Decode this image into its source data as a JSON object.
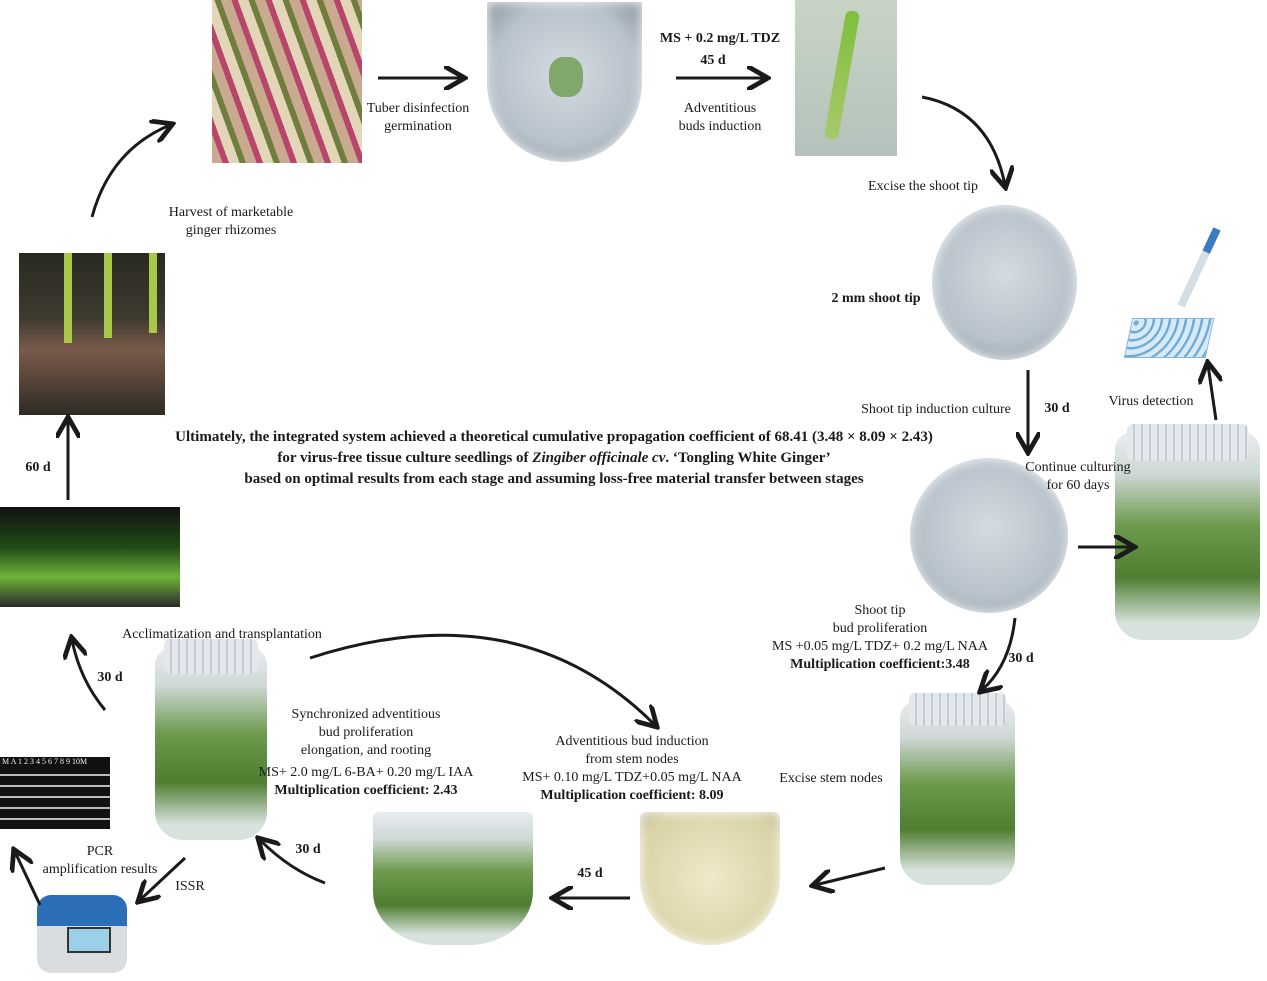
{
  "labels": {
    "tuber": [
      "Tuber disinfection",
      "germination"
    ],
    "ms_tdz": "MS + 0.2 mg/L TDZ",
    "d45_top": "45 d",
    "adv_buds": [
      "Adventitious",
      "buds induction"
    ],
    "excise_tip": "Excise the shoot tip",
    "shoot_tip_2mm": "2 mm shoot tip",
    "virus": "Virus detection",
    "tip_induction": "Shoot tip induction culture",
    "d30_a": "30 d",
    "continue": [
      "Continue culturing",
      "for 60 days"
    ],
    "prolif": [
      "Shoot tip",
      "bud proliferation",
      "MS +0.05 mg/L TDZ+ 0.2 mg/L NAA",
      "Multiplication coefficient:3.48"
    ],
    "d30_b": "30 d",
    "excise_stem": "Excise stem nodes",
    "d45_bottom": "45 d",
    "stem_induction": [
      "Adventitious bud induction",
      "from stem nodes",
      "MS+ 0.10 mg/L TDZ+0.05 mg/L NAA",
      "Multiplication coefficient: 8.09"
    ],
    "d30_c": "30 d",
    "sync": [
      "Synchronized adventitious",
      "bud proliferation",
      "elongation, and rooting",
      "MS+ 2.0 mg/L 6-BA+ 0.20 mg/L IAA",
      "Multiplication coefficient: 2.43"
    ],
    "acclim": "Acclimatization and transplantation",
    "d30_d": "30 d",
    "pcr": [
      "PCR",
      "amplification results"
    ],
    "issr": "ISSR",
    "d60": "60 d",
    "harvest": [
      "Harvest of marketable",
      "ginger rhizomes"
    ],
    "gel_lanes": "M A 1 2 3 4 5 6 7 8 9 10M"
  },
  "summary": {
    "line1": "Ultimately, the integrated system achieved a theoretical cumulative propagation coefficient of 68.41 (3.48 × 8.09 × 2.43)",
    "line2_pre": "for virus-free tissue culture seedlings of ",
    "line2_species": "Zingiber officinale cv",
    "line2_post": ". ‘Tongling White Ginger’",
    "line3": "based on optimal results from each stage and assuming loss-free material transfer between stages"
  }
}
